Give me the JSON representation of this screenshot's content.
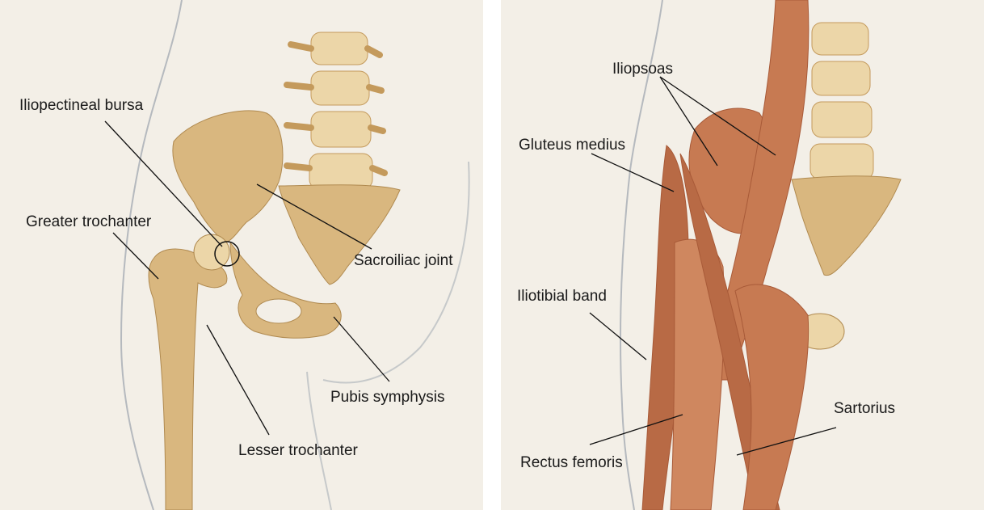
{
  "left_panel": {
    "labels": {
      "iliopectineal_bursa": "Iliopectineal bursa",
      "greater_trochanter": "Greater trochanter",
      "sacroiliac_joint": "Sacroiliac joint",
      "pubis_symphysis": "Pubis symphysis",
      "lesser_trochanter": "Lesser trochanter"
    }
  },
  "right_panel": {
    "labels": {
      "iliopsoas": "Iliopsoas",
      "gluteus_medius": "Gluteus medius",
      "iliotibial_band": "Iliotibial band",
      "sartorius": "Sartorius",
      "rectus_femoris": "Rectus femoris"
    }
  },
  "colors": {
    "background": "#f3efe7",
    "bone": "#d9b77f",
    "bone_light": "#ecd6a8",
    "muscle": "#c77a52",
    "muscle_dark": "#a85a38",
    "body_outline": "#9aa3ad",
    "leader_line": "#111111"
  }
}
